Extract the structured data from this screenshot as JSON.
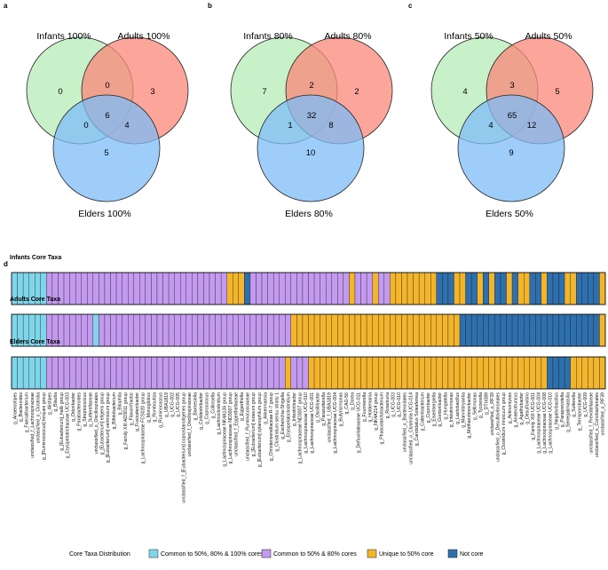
{
  "panel_labels": [
    "a",
    "b",
    "c",
    "d"
  ],
  "colors": {
    "infants_circle": "#b7ecb7",
    "adults_circle": "#f9877a",
    "elders_circle": "#7ebcf7",
    "common_all": "#7fd6ea",
    "common_50_80": "#c49af0",
    "unique_50": "#f2b52b",
    "not_core": "#2e6fae"
  },
  "chart_data": [
    {
      "type": "venn",
      "panel": "a",
      "sets": [
        "Infants 100%",
        "Adults 100%",
        "Elders 100%"
      ],
      "regions": {
        "infants_only": 0,
        "adults_only": 3,
        "elders_only": 5,
        "infants_adults": 0,
        "infants_elders": 0,
        "adults_elders": 4,
        "all_three": 6
      }
    },
    {
      "type": "venn",
      "panel": "b",
      "sets": [
        "Infants 80%",
        "Adults 80%",
        "Elders 80%"
      ],
      "regions": {
        "infants_only": 7,
        "adults_only": 2,
        "elders_only": 10,
        "infants_adults": 2,
        "infants_elders": 1,
        "adults_elders": 8,
        "all_three": 32
      }
    },
    {
      "type": "venn",
      "panel": "c",
      "sets": [
        "Infants 50%",
        "Adults 50%",
        "Elders 50%"
      ],
      "regions": {
        "infants_only": 4,
        "adults_only": 5,
        "elders_only": 9,
        "infants_adults": 3,
        "infants_elders": 4,
        "adults_elders": 12,
        "all_three": 65
      }
    },
    {
      "type": "heatmap",
      "panel": "d",
      "rows": [
        "Infants Core Taxa",
        "Adults Core Taxa",
        "Elders Core Taxa"
      ],
      "legend_title": "Core Taxa Distribution",
      "legend": [
        "Common to 50%, 80% & 100% cores",
        "Common to 50% & 80% cores",
        "Unique to 50% core",
        "Not core"
      ],
      "taxa": [
        "g_Anaerostipes",
        "g_Bacteroides",
        "g_Faecalibacterium",
        "unclassified_f_Lachnospiraceae",
        "unclassified_o_Clostridia",
        "g_[Ruminococcus] torques group",
        "g_Alistipes",
        "g_Blautia",
        "g_[Eubacterium]_hallii group",
        "g_Erysipelotrichaceae UCG-003",
        "g_Odoribacter",
        "g_Parabacteroides",
        "g_Streptococcus",
        "g_Sutterellaceae",
        "unclassified_o_Oscillospirales",
        "g_[Eubacterium] eligens group",
        "g_[Eubacterium] ventriosum group",
        "g_Bifidobacterium",
        "g_Bilophila",
        "g_Family XIII AD3011 group",
        "g_Flavonifractor",
        "g_Fusicatenibacter",
        "g_Lachnospiraceae FCS020 group",
        "g_Monoglobus",
        "g_Romboutsia",
        "g_Ruminococcus",
        "g_UBA1819",
        "g_UCG-002",
        "g_UCG-005",
        "unclassified_f_[Eubacterium] coprostanoligenes group",
        "unclassified_f_Oscillospiraceae",
        "g_Barnesiella",
        "g_Colidextribacter",
        "g_Coprococcus",
        "g_Collinsella",
        "g_Lachnoclostridium",
        "g_Lachnospiraceae NK4A136 group",
        "g_Lachnospiraceae ND3007 group",
        "unclassified_f_Eggerthellaceae",
        "g_Eggerthella",
        "unclassified_f_Ruminococcaceae",
        "g_[Eubacterium] siraeum group",
        "g_[Eubacterium] xylanophilum group",
        "g_Akkermansia",
        "g_Christensenellaceae R-7 group",
        "g_Clostridium sensu stricto 1",
        "g_Escherichia-Shigella",
        "g_Erysipelatoclostridium",
        "g_Intestinibacter",
        "g_Lachnospiraceae ND3007 group",
        "g_Lachnospiraceae UCG-010",
        "g_Lachnospiraceae UCG-001",
        "g_Oscillibacter",
        "g_Parasutterella",
        "unclassified_f_UBA1819",
        "g_Lachnospiraceae UCG-004",
        "g_Butyricimonas",
        "g_CAG-56",
        "g_Dorea",
        "g_Defluviitaleaceae UCG-011",
        "g_Fournierella",
        "g_Holdemania",
        "g_NK4A214 group",
        "g_Phascolarctobacterium",
        "g_Roseburia",
        "g_UCG-003",
        "g_UCG-010",
        "unclassified_o_Bacteroidales",
        "unclassified_o_Clostridia UCG-014",
        "g_Candidatus Soleaferrea",
        "g_Catenibacterium",
        "g_Coprobacter",
        "g_Eisenbergiella",
        "g_Gordonibacter",
        "g_Hungatella",
        "g_Intestinimonas",
        "g_Lactobacillus",
        "g_Marvinbryantia",
        "g_Methanobrevibacter",
        "g_Sellimonas",
        "g_Tyzzerella",
        "g_DTU089",
        "unclassified_o_RF39",
        "unclassified_o_Desulfovibrionales",
        "g_Clostridium innocuum group",
        "g_Actinomyces",
        "g_Anaerotruncus",
        "g_Agathobacter",
        "g_Desulfovibrio",
        "g_Family XIII UCG-001",
        "g_Lachnospiraceae UCG-004",
        "g_Lachnospiraceae UCG-008",
        "g_Lachnospiraceae UCG-010",
        "g_Negativibacillus",
        "g_Paraprevotella",
        "g_Senegalimassilia",
        "g_Sutterella",
        "g_Terrisporobacter",
        "g_UCG-009",
        "unclassified_f_Prevotellaceae",
        "unclassified_o_Coriobacteriales",
        "unclassified_o_RF39"
      ],
      "values": {
        "infants": "AAAAAABBBBBBBBBBBBBBBBBBBBBBBBBBBBBBBCCCDBBBBBBBBBBBBBBBBBCBBBCBBCCCCCCCCDDDCCDDCDCDDCDCCDDCDDDCCDDDDCDDDDDDDDDCDDDD",
        "adults": "AAAAAABBBBBBBBABBBBBBBBBBBBBBBBBBBBBBBBBBBBBBBBBCCCCCCCCCCCCCCCCCCCCCCCCCCCCCDDDDDDDDDDDDDDDDDDDDDDDDCCCCCCCCCCCCCCCCC",
        "elders": "AAAAAABBBBBBBBBBBBBBBBBBBBBBBBBBBBBBBBBBBBBBBBBCBBBCCCCCCCCCCCCCCCCCCCCCCCCCCCCCCCCCCCCCCCCCDDDDCCCCCCCCCCCCCCCCCCCCCC"
      },
      "code_key": {
        "A": "common_all",
        "B": "common_50_80",
        "C": "unique_50",
        "D": "not_core"
      }
    }
  ]
}
